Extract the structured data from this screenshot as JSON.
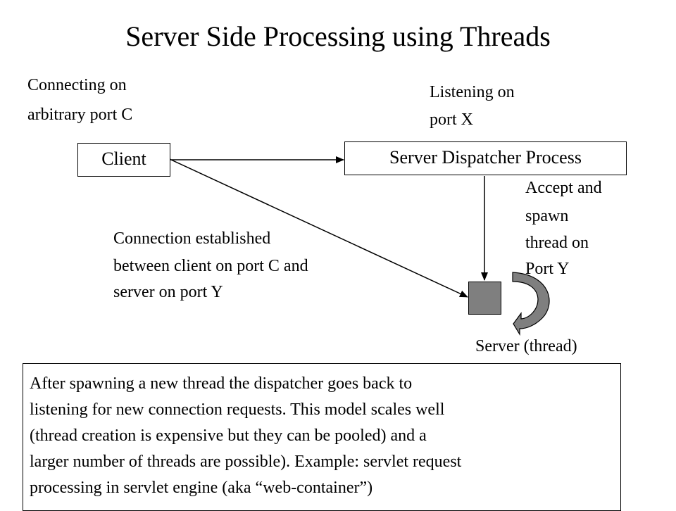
{
  "title": "Server Side Processing using Threads",
  "labels": {
    "connecting_line1": "Connecting on",
    "connecting_line2": "arbitrary port C",
    "listening_line1": "Listening on",
    "listening_line2": "port X",
    "accept_line1": "Accept and",
    "accept_line2": "spawn",
    "accept_line3": "thread on",
    "accept_line4": "Port Y",
    "connection_line1": "Connection established",
    "connection_line2": "between client on port C and",
    "connection_line3": "server on port Y",
    "server_thread": "Server (thread)"
  },
  "boxes": {
    "client": "Client",
    "dispatcher": "Server Dispatcher Process"
  },
  "note": {
    "lines": [
      "After spawning a new thread the dispatcher goes back to",
      "listening for new connection requests. This model scales well",
      "(thread creation is expensive but they can be pooled) and a",
      "larger number of threads are possible). Example: servlet request",
      "processing in servlet engine (aka “web-container”)"
    ]
  },
  "colors": {
    "thread_fill": "#7f7f7f",
    "cycle_arrow_fill": "#7f7f7f"
  }
}
